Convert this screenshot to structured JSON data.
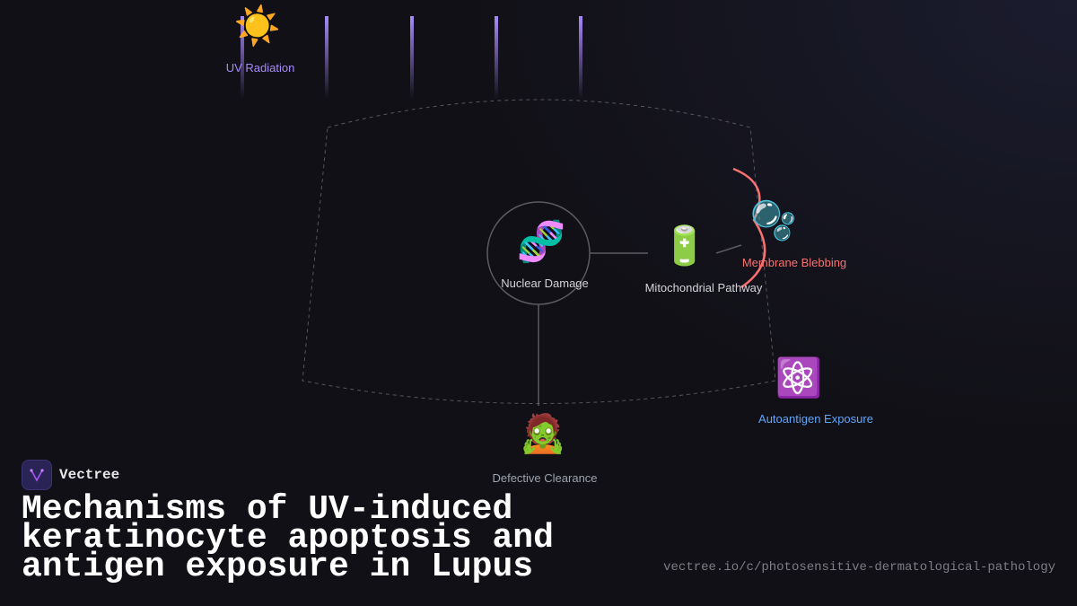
{
  "nodes": {
    "uv": {
      "label": "UV Radiation",
      "icon": "sun-icon",
      "emoji": "☀️",
      "color": "#a78bfa"
    },
    "nuclear": {
      "label": "Nuclear Damage",
      "icon": "dna-icon",
      "emoji": "🧬",
      "color": "#d4d4d8"
    },
    "mito": {
      "label": "Mitochondrial Pathway",
      "icon": "battery-icon",
      "emoji": "🔋",
      "color": "#d4d4d8"
    },
    "bleb": {
      "label": "Membrane Blebbing",
      "icon": "bubbles-icon",
      "emoji": "🫧",
      "color": "#f87171"
    },
    "auto": {
      "label": "Autoantigen Exposure",
      "icon": "atom-icon",
      "emoji": "⚛️",
      "color": "#60a5fa"
    },
    "clear": {
      "label": "Defective Clearance",
      "icon": "zombie-icon",
      "emoji": "🧟",
      "color": "#9ca3af"
    }
  },
  "brand": {
    "name": "Vectree"
  },
  "title": "Mechanisms of UV-induced keratinocyte apoptosis and antigen exposure in Lupus",
  "url": "vectree.io/c/photosensitive-dermatological-pathology"
}
